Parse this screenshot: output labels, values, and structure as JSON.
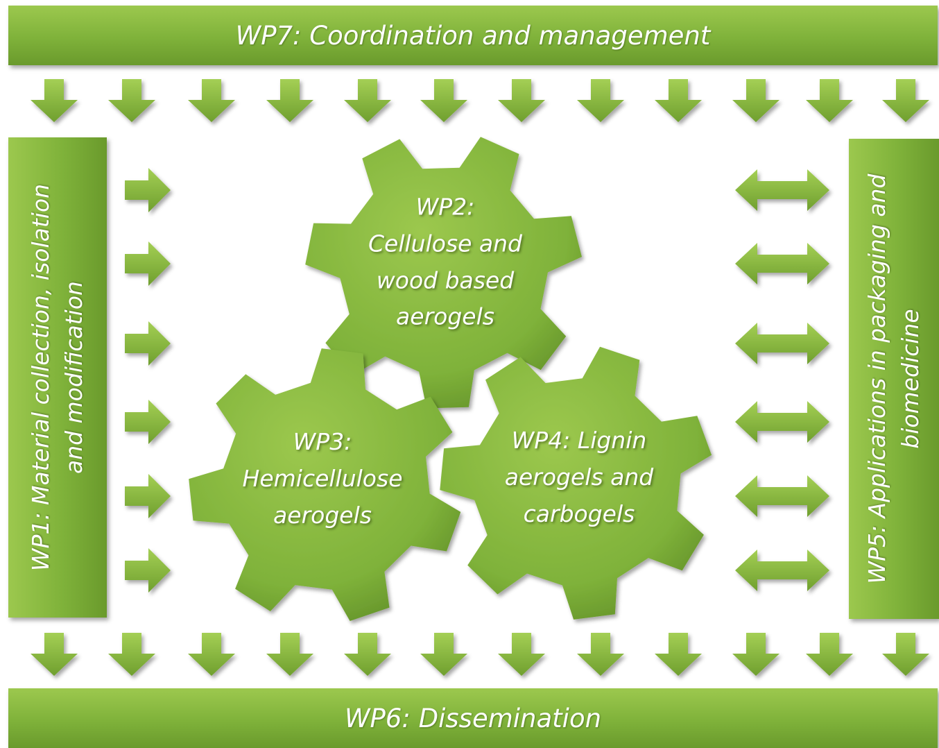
{
  "wp7": {
    "label": "WP7: Coordination and management"
  },
  "wp6": {
    "label": "WP6: Dissemination"
  },
  "wp1": {
    "lines": [
      "WP1: Material collection, isolation",
      "and modification"
    ]
  },
  "wp5": {
    "lines": [
      "WP5: Applications in packaging and",
      "biomedicine"
    ]
  },
  "wp2": {
    "lines": [
      "WP2:",
      "Cellulose and",
      "wood based",
      "aerogels"
    ]
  },
  "wp3": {
    "lines": [
      "WP3:",
      "Hemicellulose",
      "aerogels"
    ]
  },
  "wp4": {
    "lines": [
      "WP4: Lignin",
      "aerogels and",
      "carbogels"
    ]
  },
  "colors": {
    "green_light": "#9cc84e",
    "green_mid": "#7fb23a",
    "green_dark": "#6a9a2c",
    "text": "#ffffff"
  }
}
